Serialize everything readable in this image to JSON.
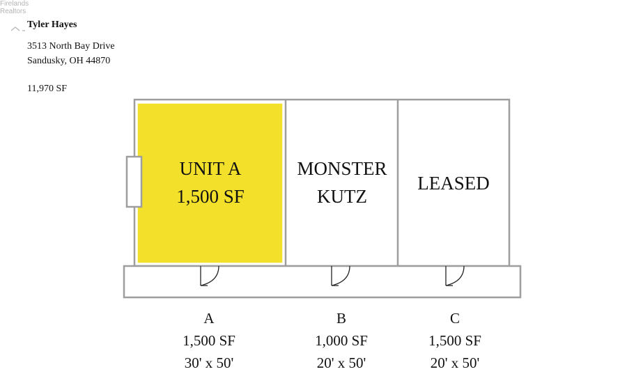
{
  "watermark": {
    "line1": "Firelands",
    "line2": "Realtors"
  },
  "header": {
    "name": "Tyler Hayes",
    "address1": "3513 North Bay Drive",
    "address2": "Sandusky, OH 44870",
    "total_sf": "11,970 SF"
  },
  "colors": {
    "highlight": "#f2e02a",
    "walls": "#9e9e9e"
  },
  "units": [
    {
      "id": "a",
      "plan_line1": "UNIT A",
      "plan_line2": "1,500 SF",
      "letter": "A",
      "sf": "1,500 SF",
      "size": "30' x 50'",
      "highlighted": true
    },
    {
      "id": "b",
      "plan_line1": "MONSTER",
      "plan_line2": "KUTZ",
      "letter": "B",
      "sf": "1,000 SF",
      "size": "20' x 50'",
      "highlighted": false
    },
    {
      "id": "c",
      "plan_line1": "LEASED",
      "plan_line2": "",
      "letter": "C",
      "sf": "1,500 SF",
      "size": "20' x 50'",
      "highlighted": false
    }
  ]
}
